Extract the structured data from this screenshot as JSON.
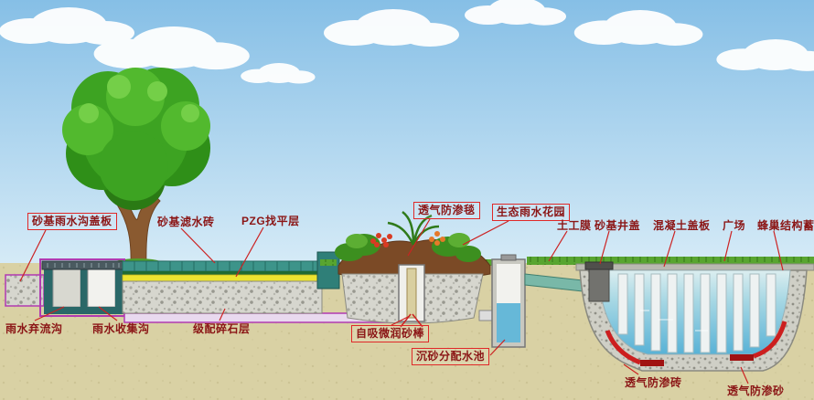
{
  "labels": [
    {
      "id": "sand-rainwater-gutter-cover",
      "text": "砂基雨水沟盖板",
      "boxed": true
    },
    {
      "id": "sand-filter-brick",
      "text": "砂基滤水砖",
      "boxed": false
    },
    {
      "id": "pzg-leveling-layer",
      "text": "PZG找平层",
      "boxed": false
    },
    {
      "id": "breathable-impermeable-blanket",
      "text": "透气防渗毯",
      "boxed": true
    },
    {
      "id": "eco-rain-garden",
      "text": "生态雨水花园",
      "boxed": true
    },
    {
      "id": "geotextile-membrane",
      "text": "土工膜",
      "boxed": false
    },
    {
      "id": "sand-manhole-cover",
      "text": "砂基井盖",
      "boxed": false
    },
    {
      "id": "concrete-cover-plate",
      "text": "混凝土盖板",
      "boxed": false
    },
    {
      "id": "plaza",
      "text": "广场",
      "boxed": false
    },
    {
      "id": "honeycomb-storage-tank",
      "text": "蜂巢结构蓄水池",
      "boxed": false
    },
    {
      "id": "rainwater-discard-channel",
      "text": "雨水弃流沟",
      "boxed": false
    },
    {
      "id": "rainwater-collection-channel",
      "text": "雨水收集沟",
      "boxed": false
    },
    {
      "id": "graded-gravel-layer",
      "text": "级配碎石层",
      "boxed": false
    },
    {
      "id": "self-priming-sand-rod",
      "text": "自吸微润砂棒",
      "boxed": true
    },
    {
      "id": "sediment-distribution-pool",
      "text": "沉砂分配水池",
      "boxed": true
    },
    {
      "id": "breathable-impermeable-brick",
      "text": "透气防渗砖",
      "boxed": false
    },
    {
      "id": "breathable-impermeable-sand",
      "text": "透气防渗砂",
      "boxed": false
    }
  ],
  "colors": {
    "label_text": "#8b1616",
    "label_line": "#cc2222",
    "sky_top": "#86bfe6",
    "sky_bottom": "#d6ebf7",
    "ground": "#d9d1a4",
    "pavement_brick": "#3d948a",
    "leveling_yellow": "#ece431",
    "pipe_magenta": "#b13ab1",
    "water_blue": "#58b2d6",
    "grass_green": "#58a530",
    "accent_red": "#cc2222"
  }
}
